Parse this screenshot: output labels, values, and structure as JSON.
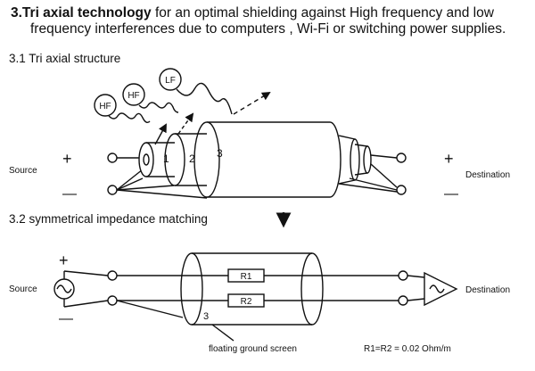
{
  "heading": {
    "bold_part": "3.Tri axial technology",
    "line1_rest": " for an optimal shielding against High frequency and low",
    "line2": "frequency interferences due to computers , Wi-Fi or switching power supplies."
  },
  "section1": {
    "title": "3.1 Tri axial structure",
    "source_label": "Source",
    "destination_label": "Destination",
    "plus": "+",
    "minus": "—",
    "hf_label_1": "HF",
    "hf_label_2": "HF",
    "lf_label": "LF",
    "layer_1": "1",
    "layer_2": "2",
    "layer_3": "3"
  },
  "section2": {
    "title": "3.2  symmetrical impedance matching",
    "source_label": "Source",
    "destination_label": "Destination",
    "plus": "+",
    "minus": "—",
    "r1_label": "R1",
    "r2_label": "R2",
    "screen_number": "3",
    "screen_caption": "floating ground screen",
    "resistance_note": "R1=R2 = 0.02 Ohm/m"
  }
}
